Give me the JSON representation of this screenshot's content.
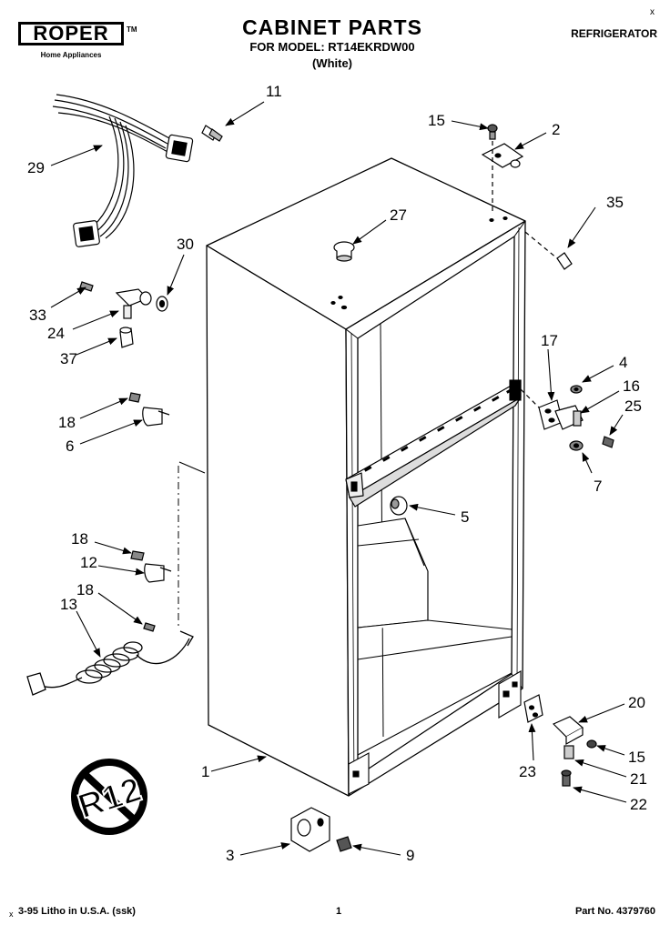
{
  "header": {
    "brand": "ROPER",
    "brand_tm": "TM",
    "brand_sub": "Home Appliances",
    "title": "CABINET PARTS",
    "model": "FOR MODEL: RT14EKRDW00",
    "color": "(White)",
    "category": "REFRIGERATOR",
    "corner_mark": "x"
  },
  "callouts": [
    "1",
    "2",
    "3",
    "4",
    "5",
    "6",
    "7",
    "9",
    "11",
    "12",
    "13",
    "15",
    "15",
    "16",
    "17",
    "18",
    "18",
    "18",
    "20",
    "21",
    "22",
    "23",
    "24",
    "25",
    "27",
    "29",
    "30",
    "33",
    "35",
    "37"
  ],
  "refrigerant_badge": "R12",
  "footer": {
    "litho": "3-95 Litho in U.S.A. (ssk)",
    "page": "1",
    "part_no": "Part No. 4379760",
    "mark": "x"
  }
}
